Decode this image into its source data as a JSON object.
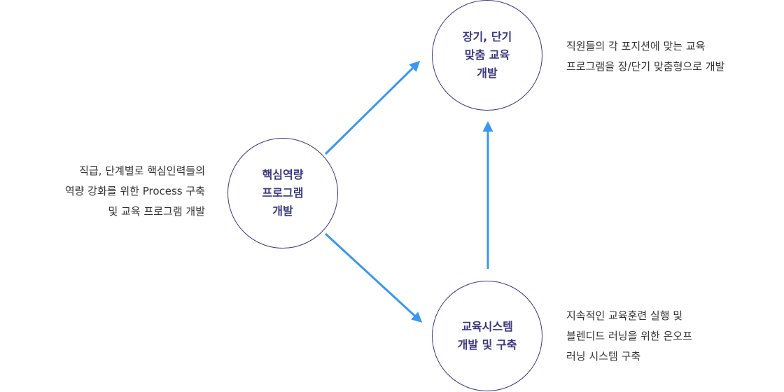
{
  "colors": {
    "circle_border": "#3a3880",
    "circle_text": "#3a3880",
    "arrow": "#3b97f0",
    "description_text": "#333333"
  },
  "nodes": {
    "core": {
      "lines": [
        "핵심역량",
        "프로그램",
        "개발"
      ]
    },
    "custom": {
      "lines": [
        "장기, 단기",
        "맞춤 교육",
        "개발"
      ]
    },
    "system": {
      "lines": [
        "교육시스템",
        "개발 및 구축"
      ]
    }
  },
  "descriptions": {
    "core": [
      "직급, 단계별로 핵심인력들의",
      "역량 강화를 위한 Process 구축",
      "및 교육 프로그램 개발"
    ],
    "custom": [
      "직원들의 각 포지션에 맞는 교육",
      "프로그램을 장/단기 맞춤형으로 개발"
    ],
    "system": [
      "지속적인 교육훈련 실행 및",
      "블렌디드 러닝을 위한 온오프",
      "러닝 시스템 구축"
    ]
  }
}
